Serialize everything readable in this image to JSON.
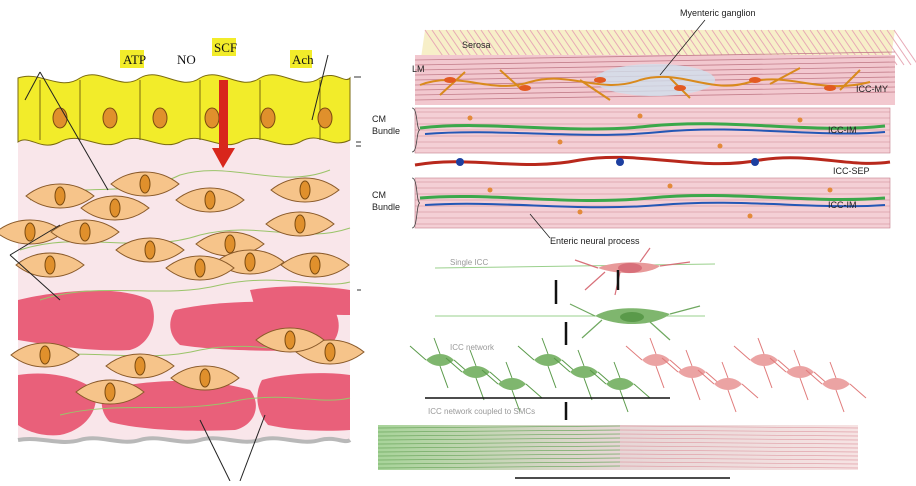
{
  "left": {
    "signals": [
      "ATP",
      "NO",
      "SCF",
      "Ach"
    ],
    "colors": {
      "epithelium": "#f2ec2a",
      "nucleus": "#e0902c",
      "ground": "#f9e6ea",
      "muscle": "#e9607a",
      "cell": "#f6c48a",
      "arrow": "#d8261c"
    }
  },
  "right": {
    "labels": {
      "myenteric": "Myenteric ganglion",
      "serosa": "Serosa",
      "lm": "LM",
      "cm1": "CM",
      "bundle1": "Bundle",
      "cm2": "CM",
      "bundle2": "Bundle",
      "icc_my": "ICC-MY",
      "icc_im1": "ICC-IM",
      "icc_sep": "ICC-SEP",
      "icc_im2": "ICC-IM",
      "enteric": "Enteric neural process"
    },
    "lower_labels": [
      "Single ICC",
      "ICC network",
      "ICC network coupled to SMCs"
    ],
    "colors": {
      "lm": "#f2c8cf",
      "icc_orange": "#d98a1c",
      "icc_green": "#3aa84a",
      "icc_blue": "#2457b5",
      "icc_red": "#b8281c",
      "green_cell": "#6fa860",
      "pink_cell": "#e89a9a"
    }
  }
}
